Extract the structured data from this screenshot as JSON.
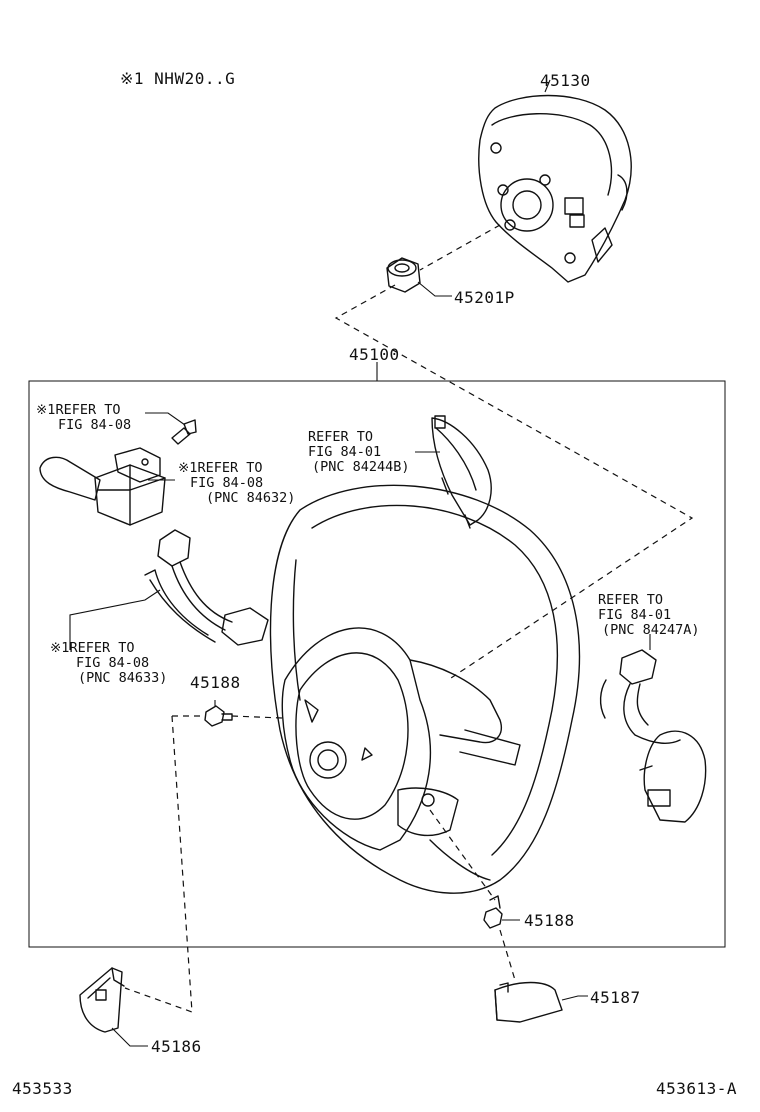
{
  "note_model": "※1 NHW20..G",
  "parts": {
    "p45130": "45130",
    "p45201P": "45201P",
    "p45100": "45100",
    "p45188_left": "45188",
    "p45188_right": "45188",
    "p45187": "45187",
    "p45186": "45186"
  },
  "refs": {
    "ref_top_left": [
      "※1REFER TO",
      "FIG 84-08"
    ],
    "ref_84632": [
      "※1REFER TO",
      "FIG 84-08",
      "(PNC 84632)"
    ],
    "ref_84633": [
      "※1REFER TO",
      "FIG 84-08",
      "(PNC 84633)"
    ],
    "ref_84244B": [
      "REFER TO",
      "FIG 84-01",
      "(PNC 84244B)"
    ],
    "ref_84247A": [
      "REFER TO",
      "FIG 84-01",
      "(PNC 84247A)"
    ]
  },
  "footer": {
    "left_code": "453533",
    "right_code": "453613-A"
  }
}
